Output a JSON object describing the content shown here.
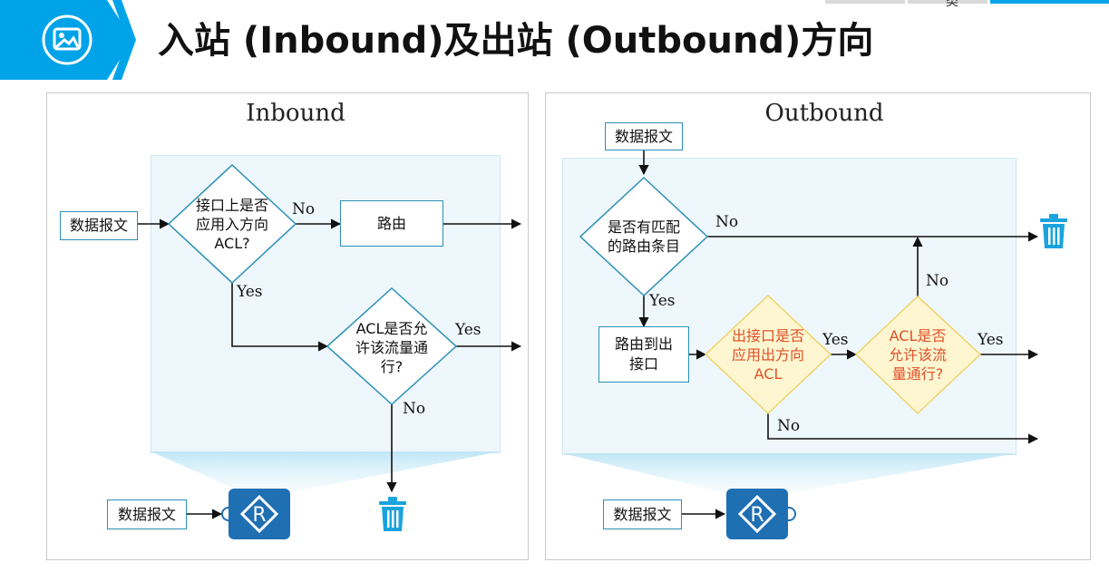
{
  "header": {
    "title": "入站 (Inbound)及出站 (Outbound)方向",
    "icon": "image-icon",
    "accent_color": "#00a3e8",
    "deco_char": "类"
  },
  "inbound": {
    "title": "Inbound",
    "input_label": "数据报文",
    "decision_acl_applied": "接口上是否\n应用入方向\nACL?",
    "route_label": "路由",
    "decision_acl_permit": "ACL是否允\n许该流量通\n行?",
    "edge_no_1": "No",
    "edge_yes_1": "Yes",
    "edge_yes_2": "Yes",
    "edge_no_2": "No",
    "bottom_input_label": "数据报文",
    "router_icon": "router-icon",
    "discard_icon": "trash-icon"
  },
  "outbound": {
    "title": "Outbound",
    "input_label": "数据报文",
    "decision_route": "是否有匹配\n的路由条目",
    "route_to_exit": "路由到出\n接口",
    "decision_acl_applied": "出接口是否\n应用出方向\nACL",
    "decision_acl_permit": "ACL是否\n允许该流\n量通行?",
    "edge_no_route": "No",
    "edge_yes_route": "Yes",
    "edge_yes_applied": "Yes",
    "edge_no_permit": "No",
    "edge_yes_permit": "Yes",
    "edge_no_applied": "No",
    "bottom_input_label": "数据报文",
    "router_icon": "router-icon",
    "discard_icon": "trash-icon"
  },
  "colors": {
    "line": "#2a8fb6",
    "trash": "#1aa3dd",
    "router": "#1f6fb3",
    "warn_text": "#e0502a",
    "warn_fill": "#fdf6d0"
  }
}
